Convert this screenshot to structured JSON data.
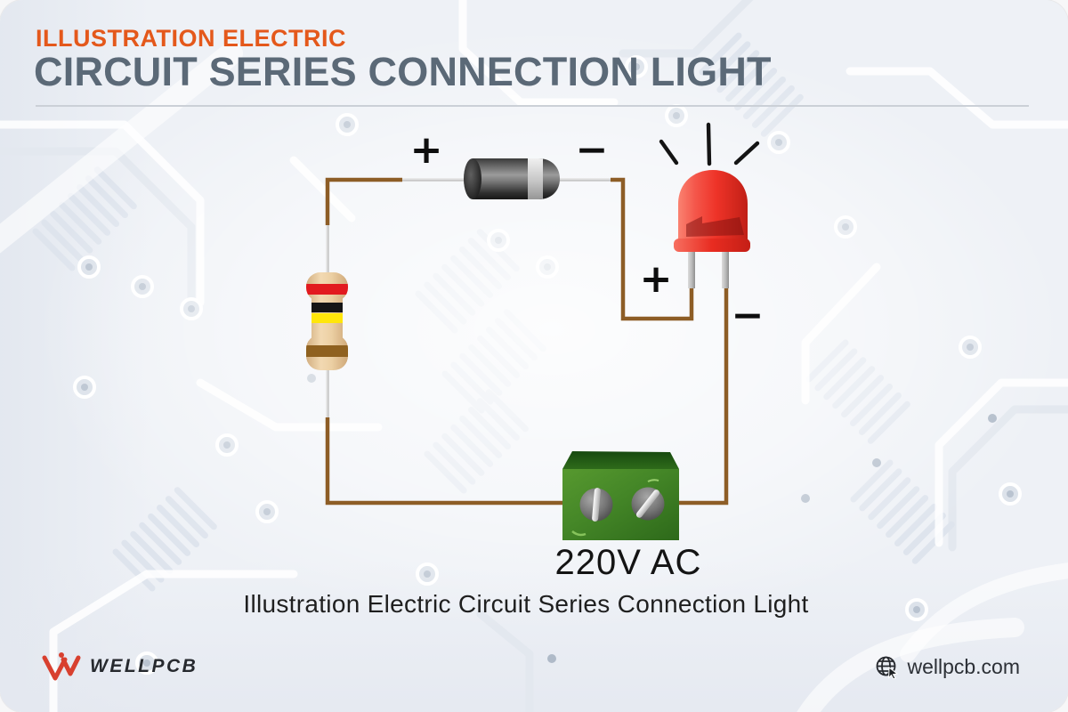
{
  "header": {
    "kicker": "ILLUSTRATION ELECTRIC",
    "title": "CIRCUIT SERIES CONNECTION LIGHT"
  },
  "diagram": {
    "labels": {
      "diode_plus": "+",
      "diode_minus": "−",
      "led_plus": "+",
      "led_minus": "−",
      "source": "220V AC"
    },
    "components": [
      {
        "name": "diode",
        "type": "axial-diode",
        "body_color": "#3A3A3A",
        "band_color": "#C8C8C8"
      },
      {
        "name": "led",
        "type": "red-led",
        "color": "#EE3328",
        "state": "lit"
      },
      {
        "name": "resistor",
        "type": "axial-resistor",
        "body_color": "#ECD0A4",
        "bands": [
          "red",
          "black",
          "yellow",
          "brown"
        ]
      },
      {
        "name": "terminal-block",
        "type": "screw-terminal",
        "color": "#3E7D20",
        "screws": 2
      }
    ],
    "wire_color": "#8D5D26"
  },
  "caption": "Illustration Electric Circuit Series Connection Light",
  "footer": {
    "brand": "WELLPCB",
    "website": "wellpcb.com",
    "logo_icon": "wellpcb-w-logo",
    "website_icon": "globe-icon"
  },
  "colors": {
    "accent_orange": "#E4581B",
    "title_slate": "#5B6977",
    "background": "#EEF1F6",
    "label_black": "#0E0E0E",
    "led_red": "#EE3328",
    "block_green": "#3E7D20",
    "wire_brown": "#8D5D26"
  }
}
